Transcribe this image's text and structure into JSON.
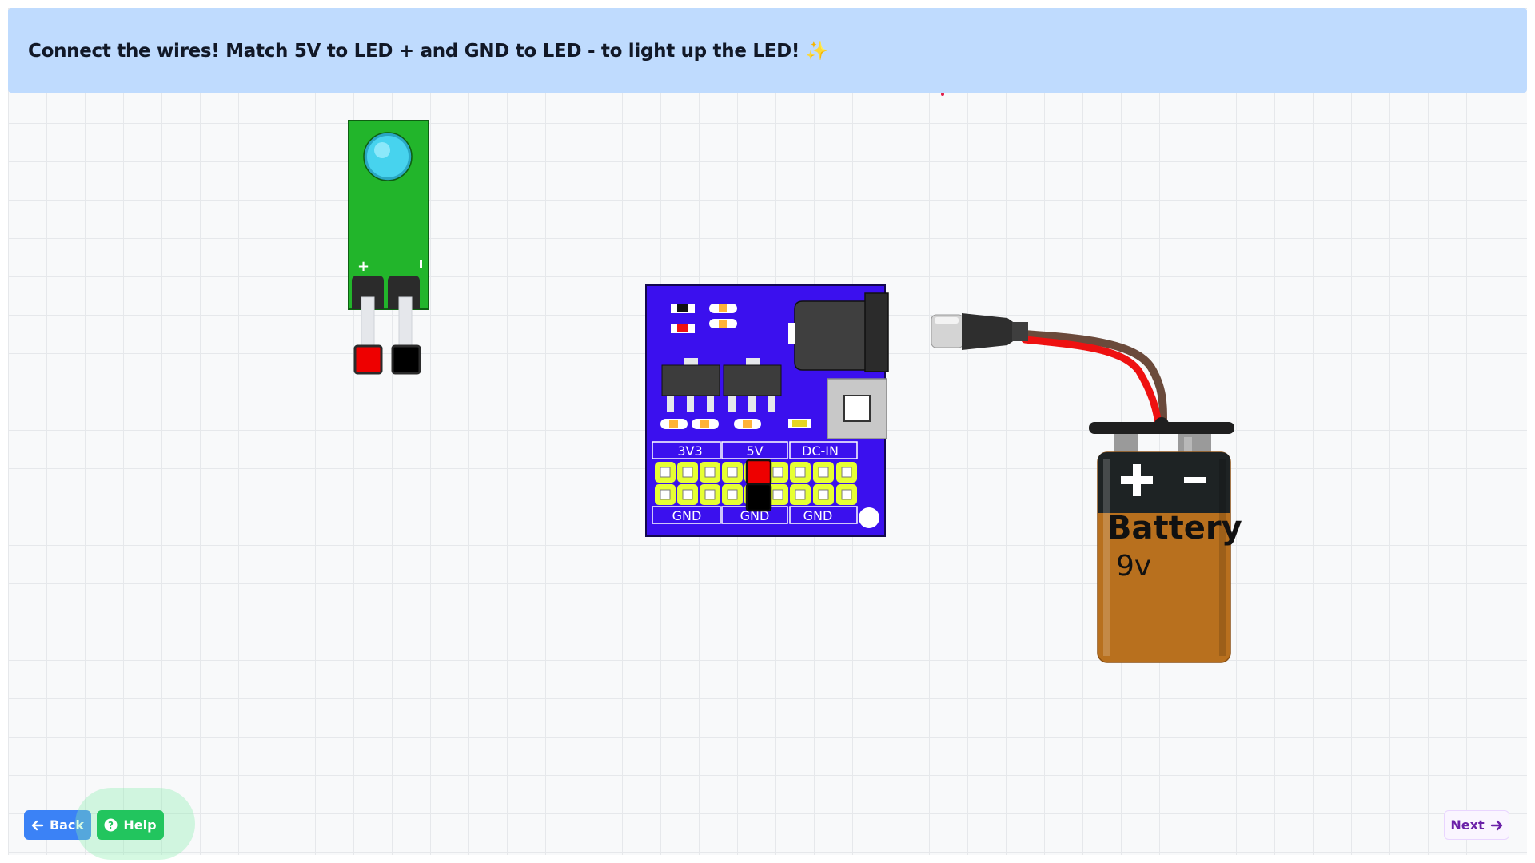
{
  "banner": {
    "instruction": "Connect the wires! Match 5V to LED + and GND to LED - to light up the LED! ✨"
  },
  "led_module": {
    "plus_mark": "+",
    "minus_mark": "-",
    "body_color": "#22b52b",
    "lens_color": "#38c8e6",
    "pin_positive_color": "#ee0000",
    "pin_negative_color": "#000000"
  },
  "power_board": {
    "board_color": "#3b10ee",
    "header_color": "#e6ff33",
    "top_labels": [
      "3V3",
      "5V",
      "DC-IN"
    ],
    "bottom_labels": [
      "GND",
      "GND",
      "GND"
    ]
  },
  "battery": {
    "label": "Battery",
    "voltage": "9v",
    "plus_symbol": "+",
    "minus_symbol": "-",
    "body_color": "#b8701e",
    "cap_color": "#1e2324"
  },
  "navigation": {
    "back_label": "Back",
    "help_label": "Help",
    "next_label": "Next"
  }
}
